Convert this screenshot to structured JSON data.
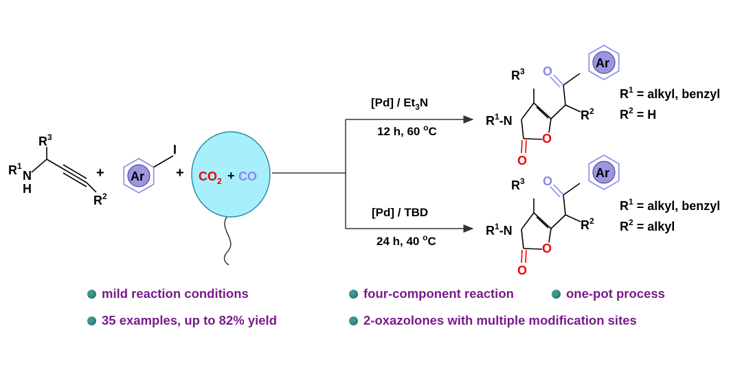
{
  "labels": {
    "R1": "R",
    "R2": "R",
    "R3": "R",
    "sup1": "1",
    "sup2": "2",
    "sup3": "3",
    "NH_N": "N",
    "NH_H": "H",
    "N_label": "-N",
    "O": "O",
    "Ar": "Ar",
    "I": "I",
    "plus": "+",
    "CO2": "CO",
    "CO2_sub": "2",
    "CO": "CO"
  },
  "conditions": {
    "top_reagent": "[Pd] / Et",
    "top_sub": "3",
    "top_reagent_tail": "N",
    "top_time": "12 h, 60 ",
    "top_deg": "o",
    "top_unit": "C",
    "bottom_reagent": "[Pd] / TBD",
    "bottom_time": "24 h, 40 ",
    "bottom_deg": "o",
    "bottom_unit": "C"
  },
  "substituents": {
    "top_R1": " = alkyl, benzyl",
    "top_R2": " = H",
    "bottom_R1": " = alkyl, benzyl",
    "bottom_R2": " = alkyl"
  },
  "features": {
    "left": [
      "mild reaction conditions",
      "35 examples, up to 82% yield"
    ],
    "right_1a": "four-component reaction",
    "right_1b": "one-pot process",
    "right_2": "2-oxazolones with multiple modification sites"
  },
  "colors": {
    "text": "#000000",
    "red": "#ee0000",
    "blue_co": "#8a86ee",
    "ar_fill": "#9a96e0",
    "balloon": "#a7f0fb",
    "bullet_text": "#7a1a8c",
    "bullet_dot": "#3a9a8e"
  }
}
